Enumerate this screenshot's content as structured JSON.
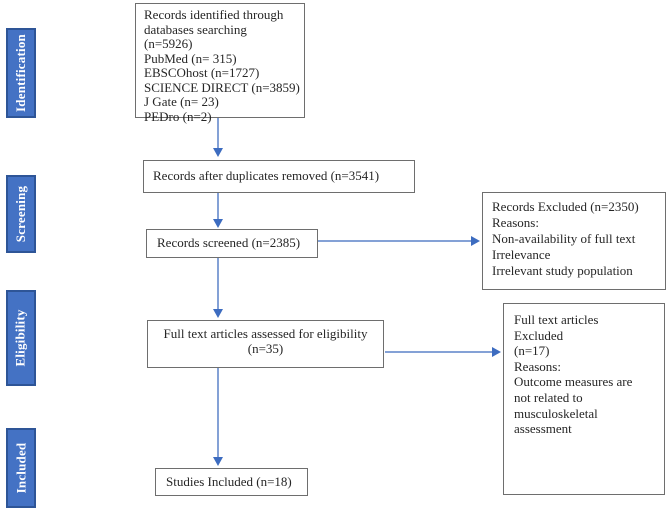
{
  "palette": {
    "stage_fill": "#4472C4",
    "stage_border": "#2E5597",
    "arrow_line": "#84A1D6",
    "arrow_head": "#3D6CC0",
    "box_border": "#6e6e6e",
    "text": "#262626"
  },
  "sidebar": {
    "items": [
      {
        "label": "Identification"
      },
      {
        "label": "Screening"
      },
      {
        "label": "Eligibility"
      },
      {
        "label": "Included"
      }
    ]
  },
  "flow": {
    "identified": {
      "lines": [
        "Records identified through",
        "databases searching",
        "(n=5926)",
        "PubMed (n= 315)",
        "EBSCOhost (n=1727)",
        "SCIENCE DIRECT (n=3859)",
        "J Gate (n= 23)",
        "PEDro (n=2)"
      ]
    },
    "duplicates_removed": {
      "text": "Records after duplicates removed (n=3541)"
    },
    "screened": {
      "text": "Records screened (n=2385)"
    },
    "fulltext_assessed": {
      "lines": [
        "Full text articles assessed for eligibility",
        "(n=35)"
      ]
    },
    "studies_included": {
      "text": "Studies Included (n=18)"
    },
    "records_excluded": {
      "lines": [
        "Records Excluded (n=2350)",
        "Reasons:",
        "Non-availability of full text",
        "Irrelevance",
        "Irrelevant study population"
      ]
    },
    "fulltext_excluded": {
      "lines": [
        "Full text articles",
        "Excluded",
        "(n=17)",
        "Reasons:",
        "Outcome measures are",
        "not related to",
        "musculoskeletal",
        "assessment"
      ]
    }
  }
}
